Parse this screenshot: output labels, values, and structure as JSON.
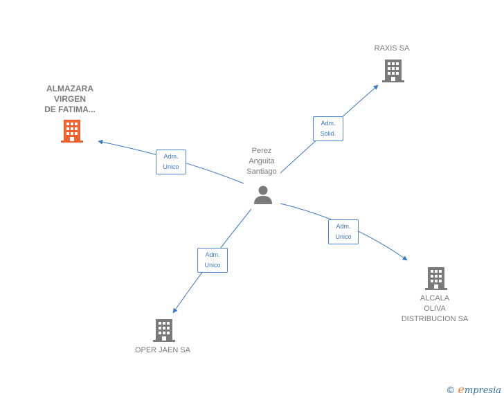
{
  "colors": {
    "edge": "#3a78c8",
    "building_default": "#7a7a7a",
    "building_highlight": "#f0612f",
    "person": "#7a7a7a"
  },
  "nodes": {
    "person": {
      "label": "Perez\nAnguita\nSantiago",
      "icon": "person-icon"
    },
    "almazara": {
      "label": "ALMAZARA\nVIRGEN\nDE FATIMA...",
      "icon": "building-icon"
    },
    "raxis": {
      "label": "RAXIS SA",
      "icon": "building-icon"
    },
    "alcala": {
      "label": "ALCALA\nOLIVA\nDISTRIBUCION SA",
      "icon": "building-icon"
    },
    "oper": {
      "label": "OPER JAEN SA",
      "icon": "building-icon"
    }
  },
  "edges": [
    {
      "id": "almazara",
      "label": "Adm.\nUnico"
    },
    {
      "id": "raxis",
      "label": "Adm.\nSolid."
    },
    {
      "id": "alcala",
      "label": "Adm.\nUnico"
    },
    {
      "id": "oper",
      "label": "Adm.\nUnico"
    }
  ],
  "footer": {
    "copyright": "©",
    "brand_initial": "e",
    "brand_rest": "mpresia"
  }
}
